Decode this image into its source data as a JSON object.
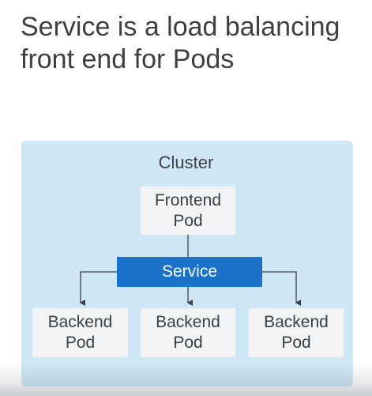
{
  "title": "Service is a load balancing front end for Pods",
  "diagram": {
    "cluster_label": "Cluster",
    "frontend_pod": {
      "line1": "Frontend",
      "line2": "Pod"
    },
    "service_label": "Service",
    "backend_pods": [
      {
        "line1": "Backend",
        "line2": "Pod"
      },
      {
        "line1": "Backend",
        "line2": "Pod"
      },
      {
        "line1": "Backend",
        "line2": "Pod"
      }
    ]
  },
  "colors": {
    "cluster_bg": "#cfe7f5",
    "service_bg": "#1a73c9",
    "pod_bg": "#f1f3f4",
    "text": "#3c4043"
  }
}
